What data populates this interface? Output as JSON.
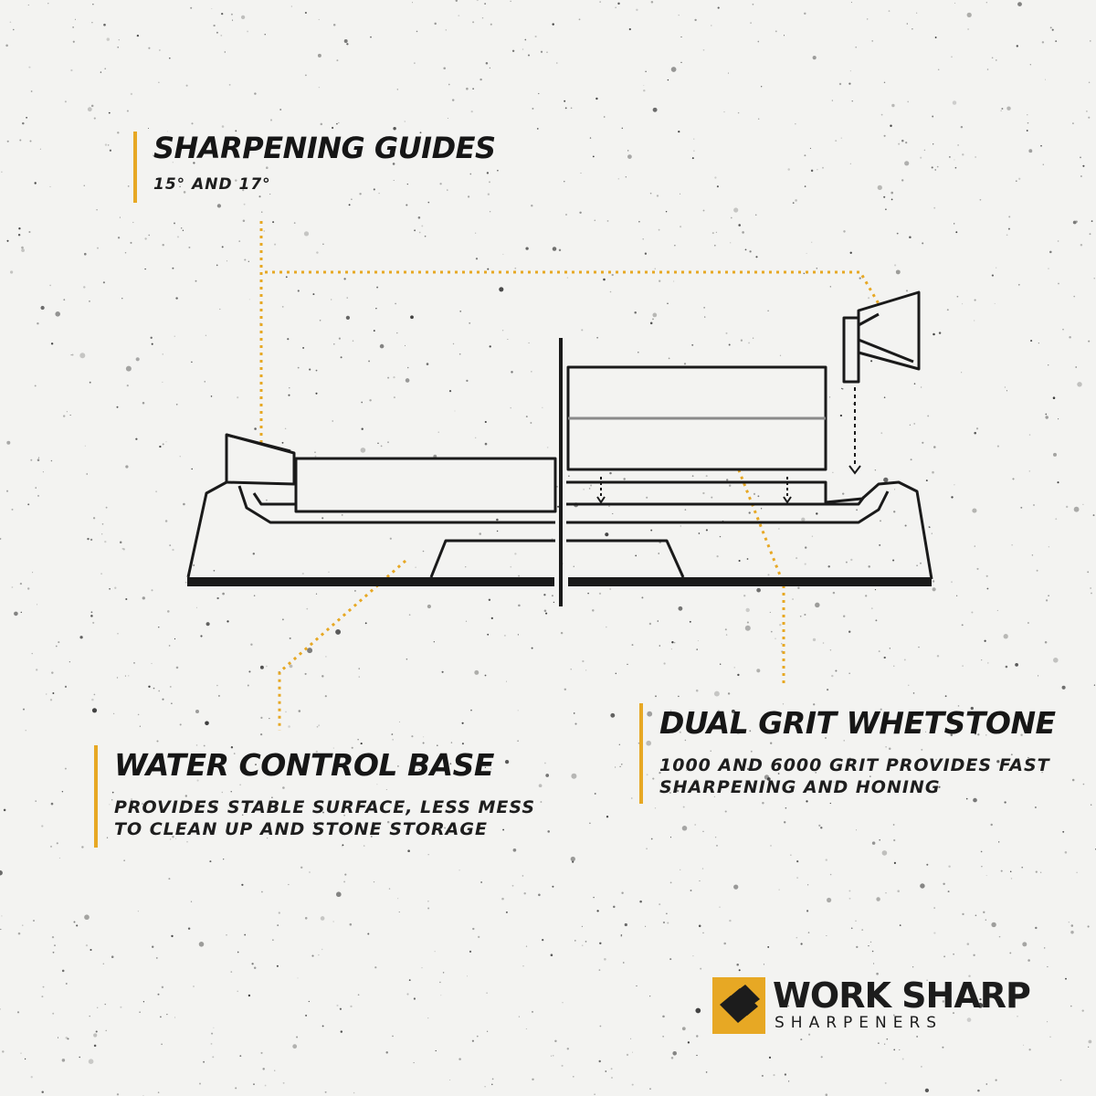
{
  "callouts": {
    "guides": {
      "title": "SHARPENING GUIDES",
      "desc": "15° AND 17°"
    },
    "base": {
      "title": "WATER CONTROL BASE",
      "desc": "PROVIDES STABLE SURFACE, LESS MESS\nTO CLEAN UP AND STONE STORAGE"
    },
    "stone": {
      "title": "DUAL GRIT WHETSTONE",
      "desc": "1000 AND 6000 GRIT PROVIDES FAST\nSHARPENING AND HONING"
    }
  },
  "brand": {
    "name": "WORK SHARP",
    "tagline": "SHARPENERS",
    "mark_icon": "work-sharp-logo-icon"
  },
  "colors": {
    "accent": "#e7a824",
    "ink": "#161616",
    "background": "#f3f3f1"
  }
}
